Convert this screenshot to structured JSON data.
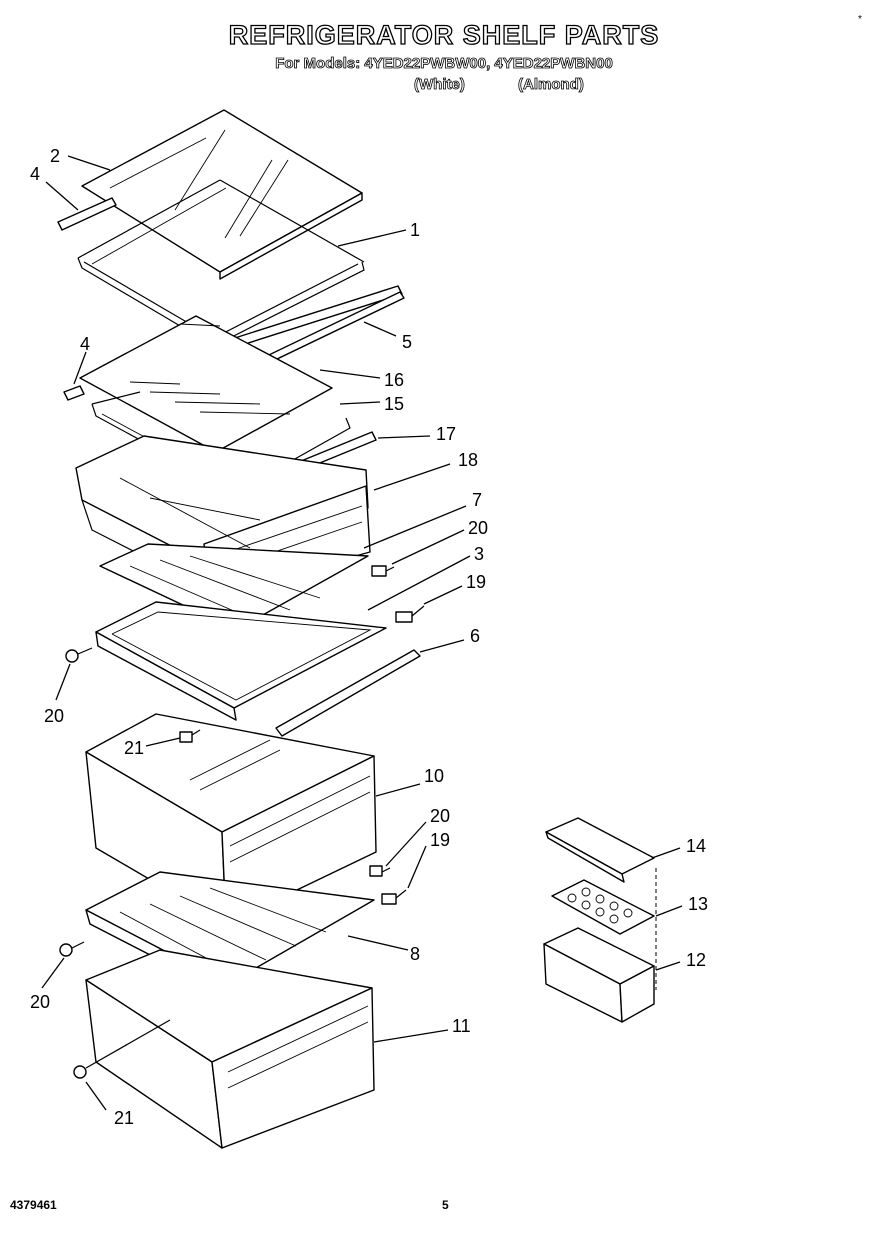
{
  "header": {
    "title": "REFRIGERATOR SHELF PARTS",
    "models": "For Models: 4YED22PWBW00, 4YED22PWBN00",
    "color_white": "(White)",
    "color_almond": "(Almond)",
    "corner_mark": "*"
  },
  "footer": {
    "doc_number": "4379461",
    "page_number": "5"
  },
  "callouts": {
    "c1": "1",
    "c2": "2",
    "c3": "3",
    "c4a": "4",
    "c4b": "4",
    "c5": "5",
    "c6": "6",
    "c7": "7",
    "c8": "8",
    "c10": "10",
    "c11": "11",
    "c12": "12",
    "c13": "13",
    "c14": "14",
    "c15": "15",
    "c16": "16",
    "c17": "17",
    "c18": "18",
    "c19a": "19",
    "c19b": "19",
    "c20a": "20",
    "c20b": "20",
    "c20c": "20",
    "c20d": "20",
    "c21a": "21",
    "c21b": "21"
  }
}
